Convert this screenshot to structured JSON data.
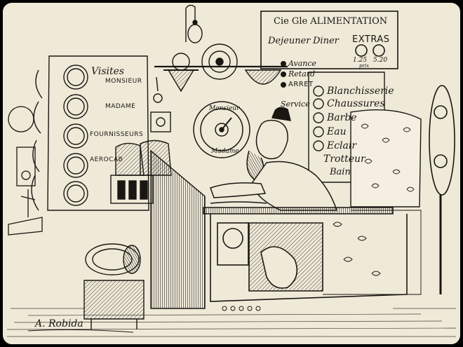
{
  "colors": {
    "frame": "#000000",
    "paper": "#efe9d8",
    "ink": "#1a1712"
  },
  "engraving": {
    "alimentation": {
      "title": "Cie Gle ALIMENTATION",
      "dejeuner": "Dejeuner",
      "diner": "Diner",
      "extras": "EXTRAS",
      "price_left": "1.25",
      "price_right": "5.20",
      "prix": "prix"
    },
    "left_board": {
      "visites": "Visites",
      "monsieur": "MONSIEUR",
      "madame": "MADAME",
      "fournisseurs": "FOURNISSEURS",
      "aerocab": "AEROCAB"
    },
    "controls": {
      "avance": "Avance",
      "retard": "Retard",
      "arret": "ARRET",
      "service": "Service"
    },
    "dial": {
      "monsieur": "Monsieur",
      "madame": "Madame"
    },
    "right_board": {
      "items": [
        "Blanchisserie",
        "Chaussures",
        "Barbe",
        "Eau",
        "Eclair",
        "Trotteur",
        "Bain"
      ]
    },
    "signature": "A. Robida"
  }
}
